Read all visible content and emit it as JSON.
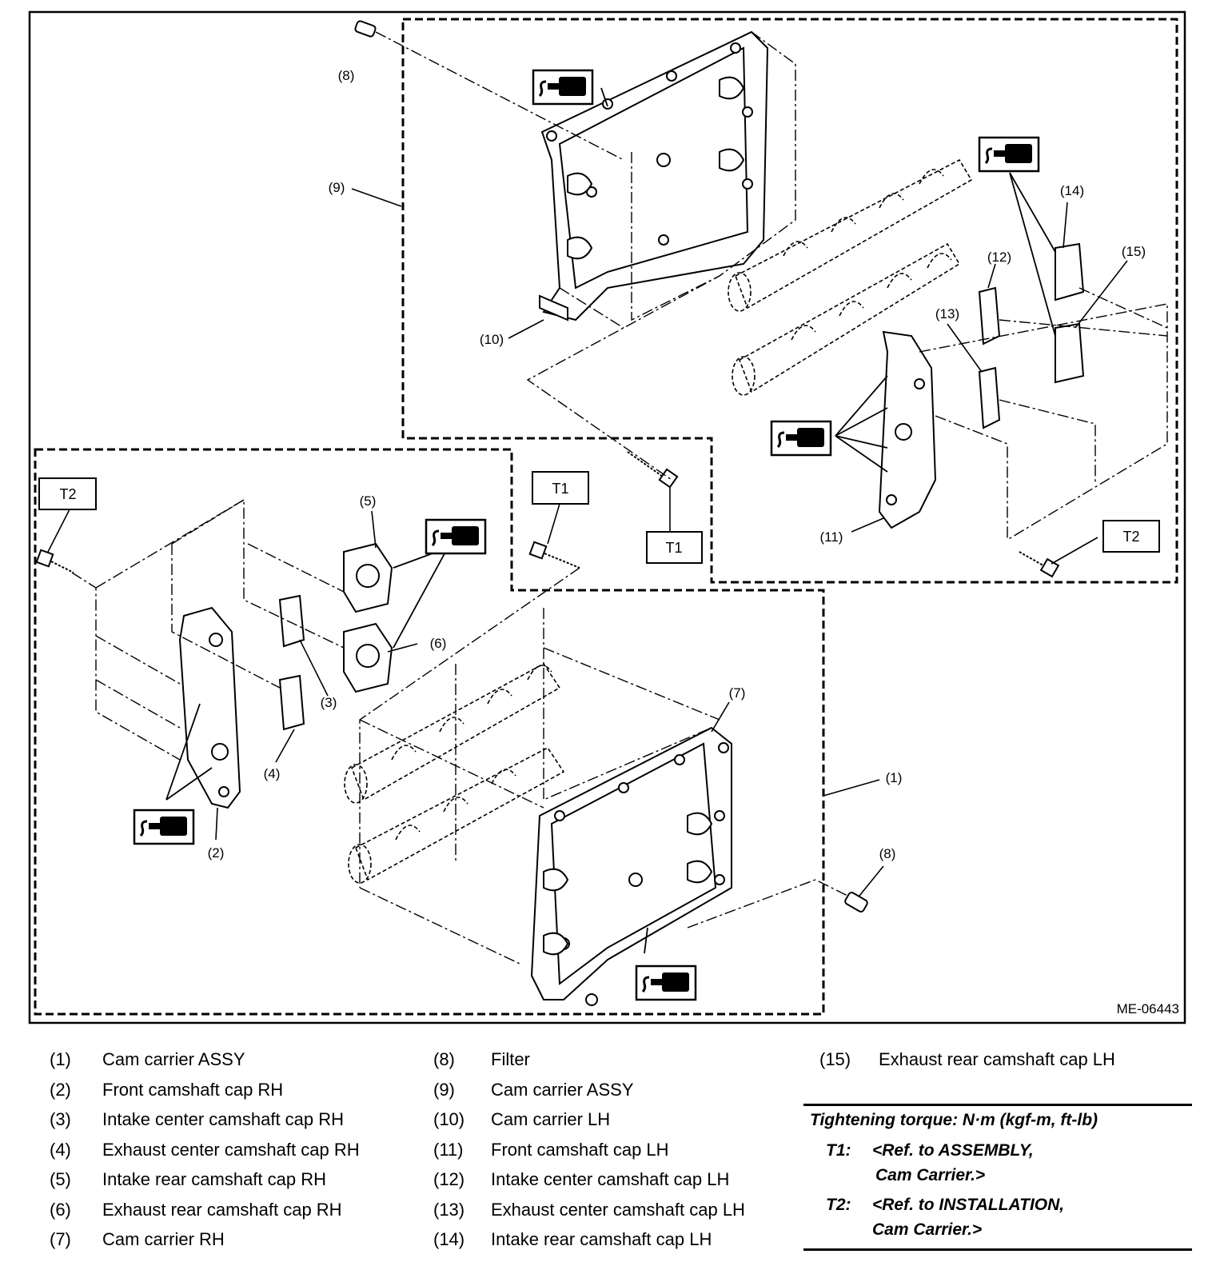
{
  "diagram": {
    "reference_code": "ME-06443",
    "callouts": {
      "c1": "(1)",
      "c2": "(2)",
      "c3": "(3)",
      "c4": "(4)",
      "c5": "(5)",
      "c6": "(6)",
      "c7": "(7)",
      "c8a": "(8)",
      "c8b": "(8)",
      "c9": "(9)",
      "c10": "(10)",
      "c11": "(11)",
      "c12": "(12)",
      "c13": "(13)",
      "c14": "(14)",
      "c15": "(15)"
    },
    "torque_boxes": {
      "t2_left": "T2",
      "t1_center": "T1",
      "t1_right": "T1",
      "t2_right": "T2"
    },
    "icons": [
      "sealant-icon",
      "sealant-icon",
      "sealant-icon",
      "sealant-icon",
      "sealant-icon",
      "sealant-icon"
    ]
  },
  "legend": {
    "col1": [
      {
        "num": "(1)",
        "label": "Cam carrier ASSY"
      },
      {
        "num": "(2)",
        "label": "Front camshaft cap RH"
      },
      {
        "num": "(3)",
        "label": "Intake center camshaft cap RH"
      },
      {
        "num": "(4)",
        "label": "Exhaust center camshaft cap RH"
      },
      {
        "num": "(5)",
        "label": "Intake rear camshaft cap RH"
      },
      {
        "num": "(6)",
        "label": "Exhaust rear camshaft cap RH"
      },
      {
        "num": "(7)",
        "label": "Cam carrier RH"
      }
    ],
    "col2": [
      {
        "num": "(8)",
        "label": "Filter"
      },
      {
        "num": "(9)",
        "label": "Cam carrier ASSY"
      },
      {
        "num": "(10)",
        "label": "Cam carrier LH"
      },
      {
        "num": "(11)",
        "label": "Front camshaft cap LH"
      },
      {
        "num": "(12)",
        "label": "Intake center camshaft cap LH"
      },
      {
        "num": "(13)",
        "label": "Exhaust center camshaft cap LH"
      },
      {
        "num": "(14)",
        "label": "Intake rear camshaft cap LH"
      }
    ],
    "col3": [
      {
        "num": "(15)",
        "label": "Exhaust rear camshaft cap LH"
      }
    ]
  },
  "torque": {
    "title": "Tightening torque: N·m (kgf-m, ft-lb)",
    "t1_key": "T1:",
    "t1_line1": "<Ref. to ASSEMBLY,",
    "t1_line2": "Cam Carrier.>",
    "t2_key": "T2:",
    "t2_line1": "<Ref. to INSTALLATION,",
    "t2_line2": "Cam Carrier.>"
  }
}
